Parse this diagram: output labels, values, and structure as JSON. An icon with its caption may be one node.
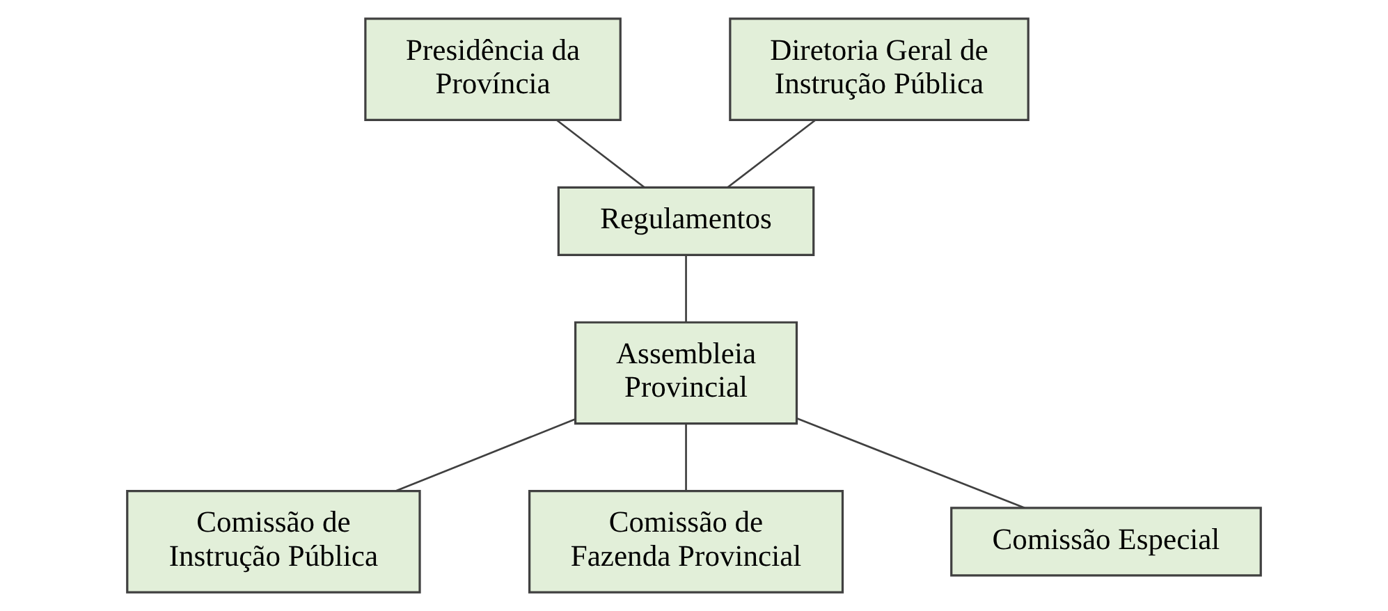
{
  "diagram": {
    "nodes": [
      {
        "text": [
          "Presidência da Província"
        ]
      },
      {
        "text": [
          "Diretoria Geral de Instrução Pública"
        ]
      },
      {
        "text": [
          "Regulamentos"
        ]
      },
      {
        "text": [
          "Assembleia Provincial"
        ]
      },
      {
        "text": [
          "Comissão de Instrução Pública"
        ]
      },
      {
        "text": [
          "Comissão de Fazenda Provincial"
        ]
      },
      {
        "text": [
          "Comissão Especial"
        ]
      }
    ],
    "edges": [
      {
        "from": 0,
        "to": 2,
        "arrow": "none"
      },
      {
        "from": 1,
        "to": 2,
        "arrow": "none"
      },
      {
        "from": 2,
        "to": 3,
        "arrow": "none"
      },
      {
        "from": 3,
        "to": 4,
        "arrow": "none"
      },
      {
        "from": 3,
        "to": 5,
        "arrow": "none"
      },
      {
        "from": 3,
        "to": 6,
        "arrow": "none"
      }
    ]
  }
}
